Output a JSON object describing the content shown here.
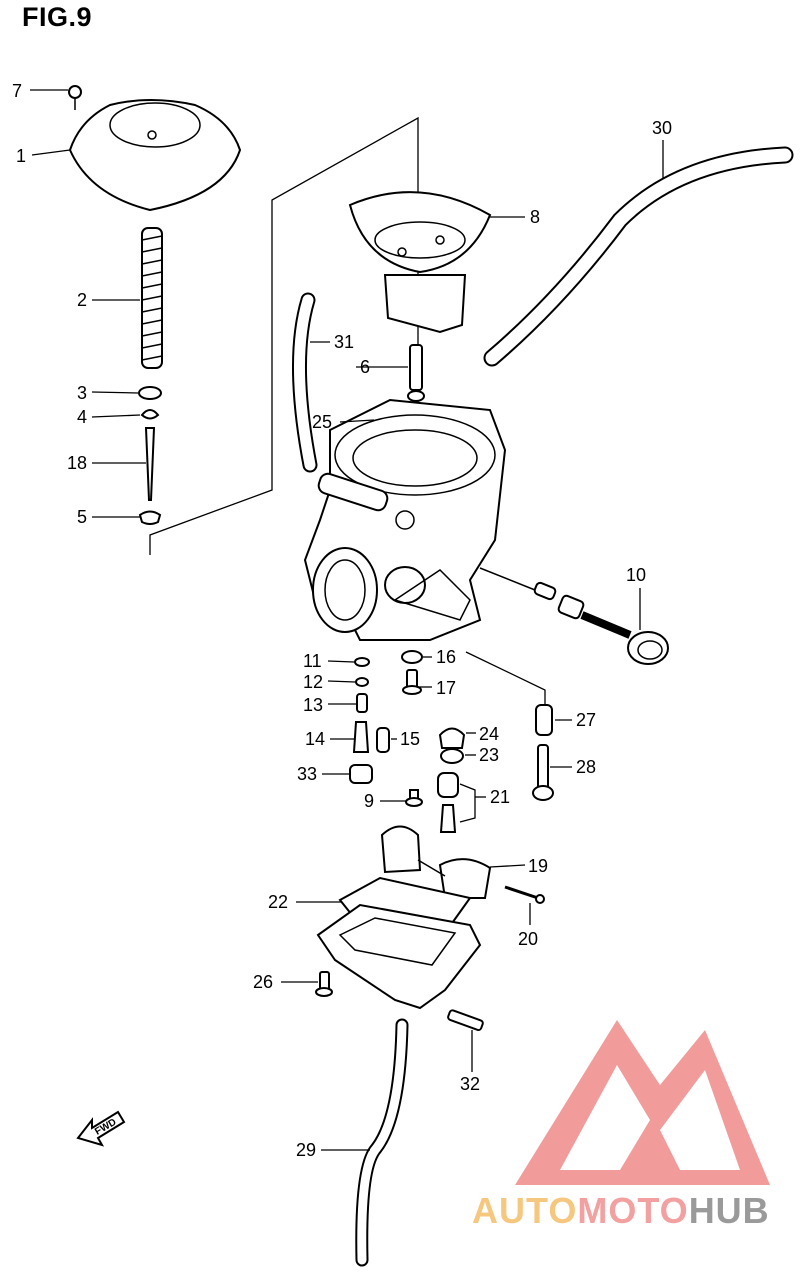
{
  "figure": {
    "title": "FIG.9"
  },
  "callouts": [
    "1",
    "2",
    "3",
    "4",
    "5",
    "6",
    "7",
    "8",
    "9",
    "10",
    "11",
    "12",
    "13",
    "14",
    "15",
    "16",
    "17",
    "18",
    "19",
    "20",
    "21",
    "22",
    "23",
    "24",
    "25",
    "26",
    "27",
    "28",
    "29",
    "30",
    "31",
    "32",
    "33"
  ],
  "fwd_label": "FWD",
  "watermark": {
    "part1": "AUTO",
    "part2": "MOTO",
    "part3": "HUB",
    "colors": {
      "triangle": "#f08a8a",
      "auto": "#f6c77e",
      "moto": "#f3a0a0",
      "hub": "#9a9a9a"
    }
  }
}
